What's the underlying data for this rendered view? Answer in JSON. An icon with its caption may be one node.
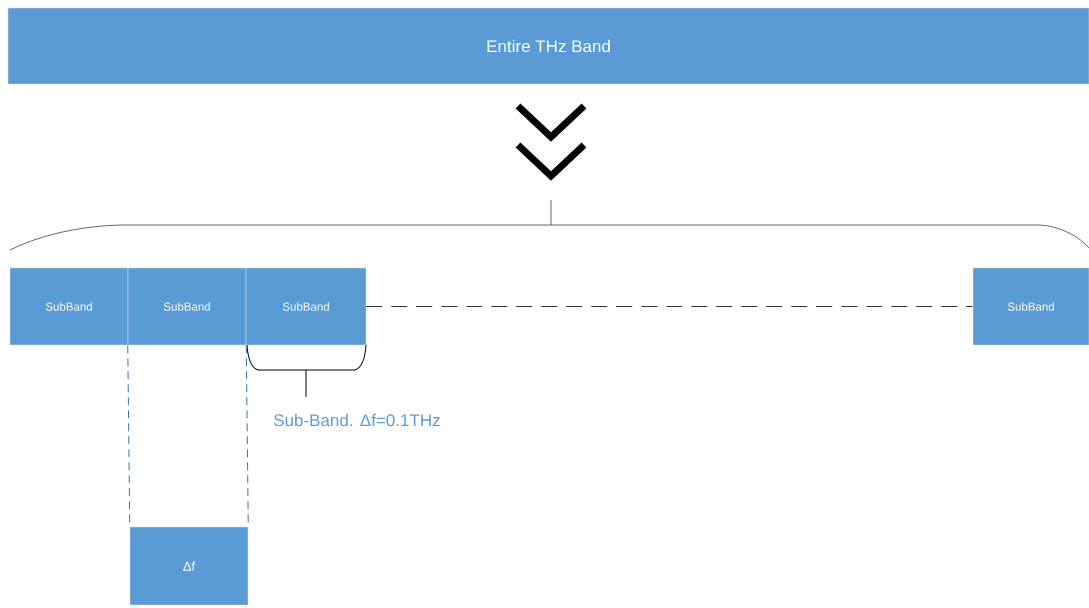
{
  "diagram": {
    "nodes": [
      {
        "text": [
          "Entire THz Band"
        ]
      },
      {
        "text": [
          "SubBand"
        ]
      },
      {
        "text": [
          "SubBand"
        ]
      },
      {
        "text": [
          "SubBand"
        ]
      },
      {
        "text": [
          "SubBand"
        ]
      },
      {
        "text": [
          "Δf"
        ]
      }
    ],
    "edges": [
      {
        "from": 3,
        "to": 4,
        "arrow": "none",
        "style": "dashed",
        "color": "#000000"
      },
      {
        "from": 2,
        "to": 5,
        "arrow": "none",
        "style": "dashed",
        "color": "#2e75b6"
      },
      {
        "from": 2,
        "to": 5,
        "arrow": "none",
        "style": "dashed",
        "color": "#2e75b6"
      }
    ],
    "labels": [
      "Sub-Band. Δf=0.1THz"
    ]
  }
}
